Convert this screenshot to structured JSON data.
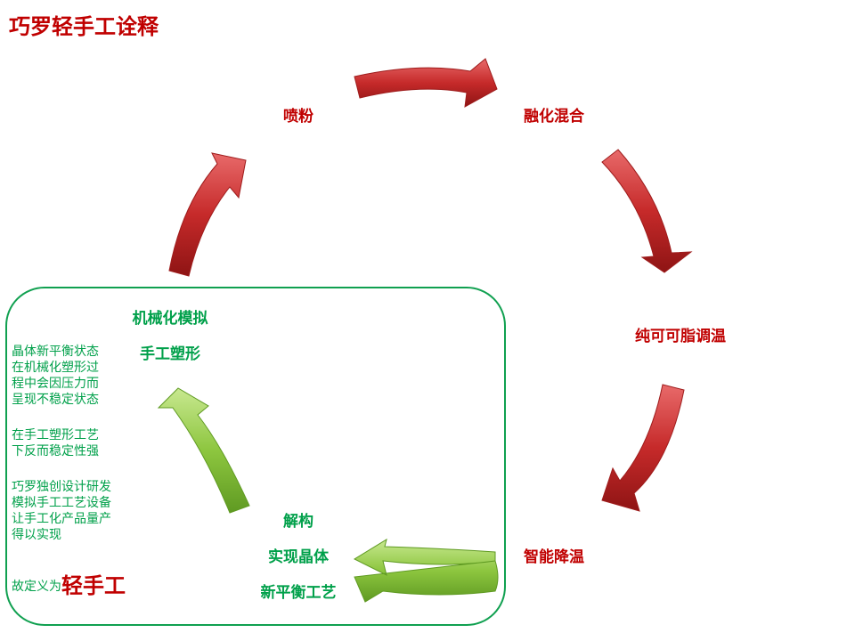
{
  "title": "巧罗轻手工诠释",
  "cycle": {
    "spray": "喷粉",
    "melt_mix": "融化混合",
    "fat": "纯可可脂调温",
    "smart_cool": "智能降温",
    "decode": "解构",
    "crystal": "实现晶体",
    "balance": "新平衡工艺",
    "mech_sim": "机械化模拟",
    "hand_shape": "手工塑形"
  },
  "notes": {
    "p1": [
      "晶体新平衡状态",
      "在机械化塑形过",
      "程中会因压力而",
      "呈现不稳定状态"
    ],
    "p2": [
      "在手工塑形工艺",
      "下反而稳定性强"
    ],
    "p3": [
      "巧罗独创设计研发",
      "模拟手工工艺设备",
      "让手工化产品量产",
      "得以实现"
    ],
    "conclusion_prefix": "故定义为",
    "conclusion_emphasis": "轻手工"
  },
  "colors": {
    "red": "#c00000",
    "green": "#00a04a",
    "arrow_red": "#c62a2a",
    "arrow_green": "#8dc63f"
  }
}
